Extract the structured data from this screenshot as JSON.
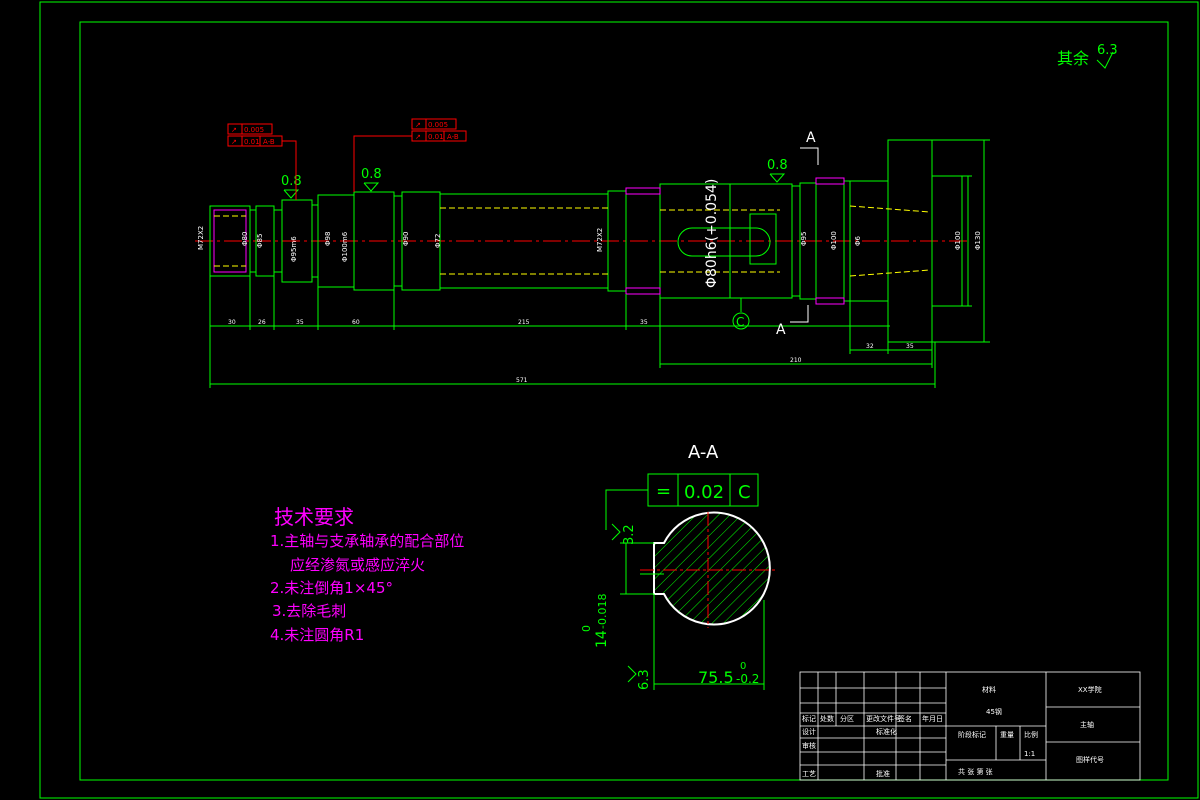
{
  "colors": {
    "background": "#000000",
    "frame": "#00ff00",
    "outline": "#00ff00",
    "centerline": "#ff0000",
    "dimension": "#ffffff",
    "annotation": "#ffff00",
    "tolerance": "#ff0000",
    "requirements": "#ff00ff",
    "hatch": "#00ff00"
  },
  "roughness_other": {
    "label": "其余",
    "value": "6.3"
  },
  "main_view": {
    "roughness_1": "0.8",
    "roughness_2": "0.8",
    "roughness_3": "0.8",
    "section_marker": "A",
    "datum_c": "C",
    "fcf_left": {
      "row1_symbol": "↗",
      "row1_value": "0.005",
      "row2_symbol": "↗",
      "row2_value": "0.01",
      "row2_datum": "A-B"
    },
    "fcf_mid": {
      "row1_symbol": "↗",
      "row1_value": "0.005",
      "row2_symbol": "↗",
      "row2_value": "0.01",
      "row2_datum": "A-B"
    }
  },
  "section_view": {
    "title": "A-A",
    "fcf": {
      "symbol": "=",
      "value": "0.02",
      "datum": "C"
    },
    "roughness_top": "3.2",
    "roughness_bottom": "6.3",
    "dim_width_nominal": "14",
    "dim_width_tol": "-0.018",
    "dim_width_upper": "0",
    "dim_depth_nominal": "75.5",
    "dim_depth_tol": "-0.2",
    "dim_depth_upper": "0"
  },
  "tech_requirements": {
    "title": "技术要求",
    "items": [
      "1.主轴与支承轴承的配合部位",
      "应经渗氮或感应淬火",
      "2.未注倒角1×45°",
      "3.去除毛刺",
      "4.未注圆角R1"
    ]
  },
  "title_block": {
    "material": "材料",
    "material_value": "45钢",
    "school": "XX学院",
    "part_name": "主轴",
    "drawing_no": "图样代号",
    "scale": "1:1",
    "headers": [
      "标记",
      "处数",
      "分区",
      "更改文件号",
      "签名",
      "年月日"
    ],
    "rows": [
      "设计",
      "审核",
      "工艺"
    ],
    "standardized": "标准化",
    "approve": "批准",
    "stage_mark": "阶段标记",
    "weight": "重量",
    "ratio": "比例",
    "sheets": "共 张 第 张"
  }
}
